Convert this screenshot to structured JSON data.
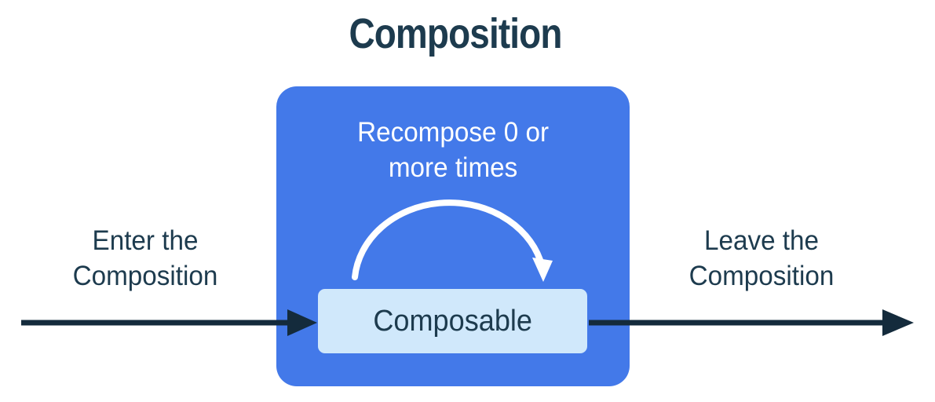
{
  "title": "Composition",
  "colors": {
    "container_blue": "#4379E9",
    "composable_light_blue": "#D0E8FB",
    "text_dark": "#1D3B4E",
    "arrow_dark": "#142B3C",
    "arc_white": "#FFFFFF",
    "background": "#FFFFFF"
  },
  "flow": {
    "enter_label": "Enter the Composition",
    "leave_label": "Leave the Composition"
  },
  "composition_box": {
    "recompose_label": "Recompose 0 or more times",
    "composable_label": "Composable"
  },
  "icons": {
    "enter_arrow": "right-arrow",
    "leave_arrow": "right-arrow",
    "recompose_arc": "curved-arc-arrow"
  }
}
